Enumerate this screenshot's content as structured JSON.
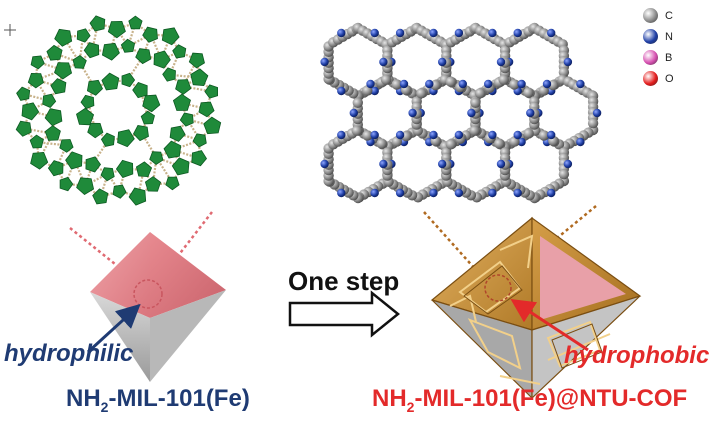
{
  "left_panel": {
    "framework_label_prefix": "NH",
    "framework_label_sub": "2",
    "framework_label_suffix": "-MIL-101(Fe)",
    "surface_label": "hydrophilic"
  },
  "right_panel": {
    "framework_label_prefix": "NH",
    "framework_label_sub": "2",
    "framework_label_suffix": "-MIL-101(Fe)@NTU-COF",
    "surface_label": "hydrophobic"
  },
  "transition": {
    "label": "One step"
  },
  "legend": [
    {
      "symbol": "C",
      "color": "#8c8c8c"
    },
    {
      "symbol": "N",
      "color": "#1f3fa6"
    },
    {
      "symbol": "B",
      "color": "#d64fb0"
    },
    {
      "symbol": "O",
      "color": "#e41c1c"
    }
  ],
  "colors": {
    "mof_polyhedra": "#1f8a3a",
    "mof_linker": "#c8b28a",
    "octahedron_pink": "#e88a90",
    "octahedron_gold": "#c8923a",
    "navy_text": "#1f3b73",
    "red_text": "#e32a2a"
  }
}
